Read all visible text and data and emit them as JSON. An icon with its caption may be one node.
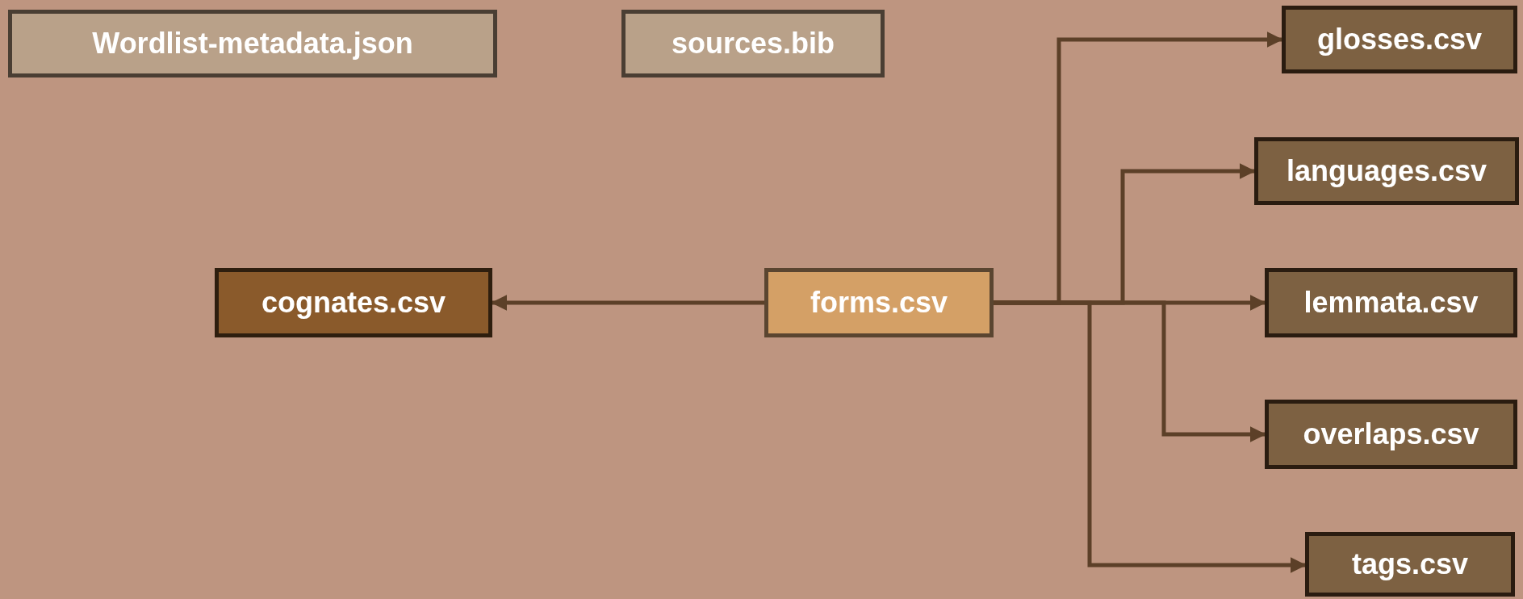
{
  "diagram": {
    "nodes": [
      {
        "text": [
          "Wordlist-metadata.json"
        ]
      },
      {
        "text": [
          "sources.bib"
        ]
      },
      {
        "text": [
          "glosses.csv"
        ]
      },
      {
        "text": [
          "languages.csv"
        ]
      },
      {
        "text": [
          "cognates.csv"
        ]
      },
      {
        "text": [
          "forms.csv"
        ]
      },
      {
        "text": [
          "lemmata.csv"
        ]
      },
      {
        "text": [
          "overlaps.csv"
        ]
      },
      {
        "text": [
          "tags.csv"
        ]
      }
    ],
    "edges": [
      {
        "from": 5,
        "to": 4,
        "arrow": "to"
      },
      {
        "from": 5,
        "to": 2,
        "arrow": "to"
      },
      {
        "from": 5,
        "to": 3,
        "arrow": "to"
      },
      {
        "from": 5,
        "to": 6,
        "arrow": "to"
      },
      {
        "from": 5,
        "to": 7,
        "arrow": "to"
      },
      {
        "from": 5,
        "to": 8,
        "arrow": "to"
      }
    ]
  }
}
